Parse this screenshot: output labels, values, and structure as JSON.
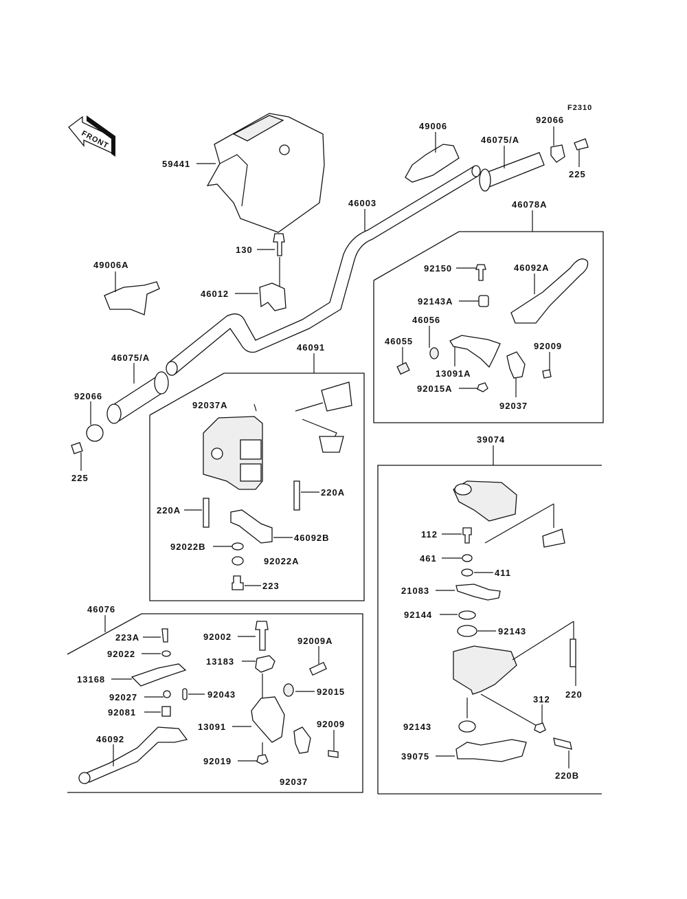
{
  "figure_code": "F2310",
  "front_indicator": "FRONT",
  "labels": {
    "p59441": "59441",
    "p49006": "49006",
    "p46075A_top": "46075/A",
    "p92066_top": "92066",
    "p225_top": "225",
    "p46003": "46003",
    "p46078A": "46078A",
    "p130": "130",
    "p49006A": "49006A",
    "p46012": "46012",
    "p92150": "92150",
    "p46092A": "46092A",
    "p92143A": "92143A",
    "p46056": "46056",
    "p46055": "46055",
    "p92009_top": "92009",
    "p13091A": "13091A",
    "p92015A": "92015A",
    "p92037_top": "92037",
    "p46091": "46091",
    "p46075A_left": "46075/A",
    "p92066_left": "92066",
    "p225_left": "225",
    "p92037A": "92037A",
    "p220A_right": "220A",
    "p220A_left": "220A",
    "p46092B": "46092B",
    "p92022B": "92022B",
    "p92022A": "92022A",
    "p223": "223",
    "p39074": "39074",
    "p112": "112",
    "p461": "461",
    "p411": "411",
    "p21083": "21083",
    "p92144": "92144",
    "p92143_a": "92143",
    "p220": "220",
    "p312": "312",
    "p92143_b": "92143",
    "p39075": "39075",
    "p220B": "220B",
    "p46076": "46076",
    "p223A": "223A",
    "p92022": "92022",
    "p13168": "13168",
    "p92027": "92027",
    "p92043": "92043",
    "p92081": "92081",
    "p46092": "46092",
    "p92002": "92002",
    "p13183": "13183",
    "p92009A": "92009A",
    "p92015": "92015",
    "p13091": "13091",
    "p92009_bottom": "92009",
    "p92019": "92019",
    "p92037_bottom": "92037"
  }
}
